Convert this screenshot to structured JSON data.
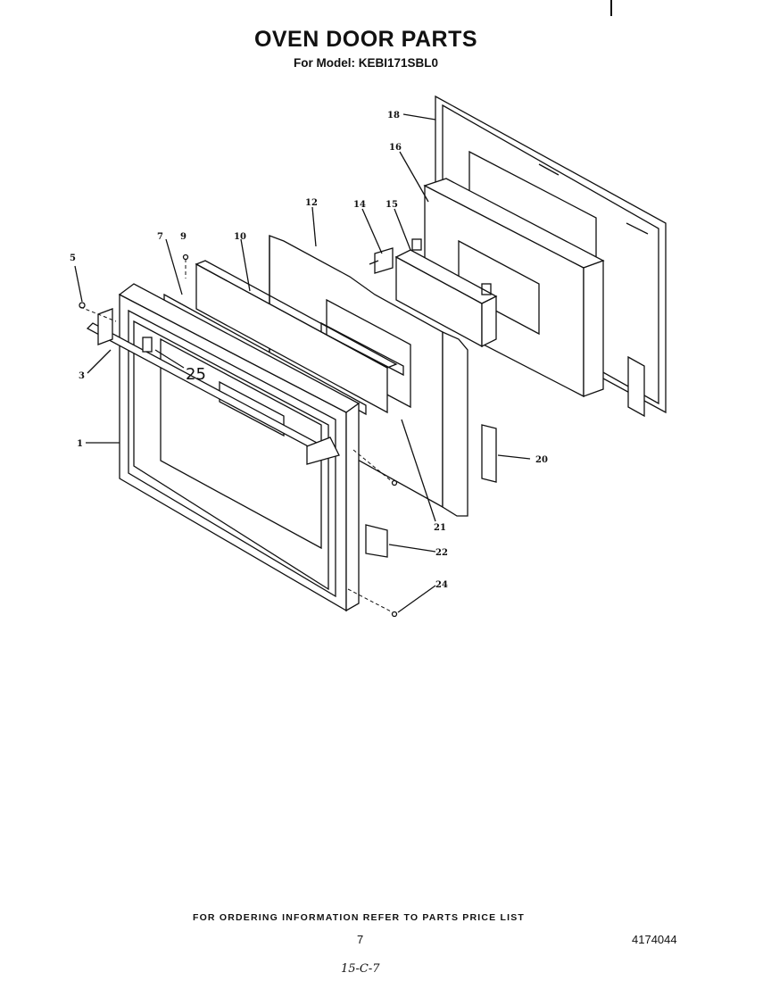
{
  "header": {
    "title": "OVEN DOOR PARTS",
    "subtitle": "For Model: KEBI171SBL0"
  },
  "callouts": [
    "18",
    "16",
    "12",
    "14",
    "15",
    "7",
    "9",
    "10",
    "5",
    "3",
    "25",
    "1",
    "20",
    "21",
    "22",
    "24"
  ],
  "footer": {
    "note": "FOR ORDERING INFORMATION REFER TO PARTS PRICE LIST",
    "page_number": "7",
    "doc_number": "4174044",
    "handwritten": "15-C-7"
  }
}
